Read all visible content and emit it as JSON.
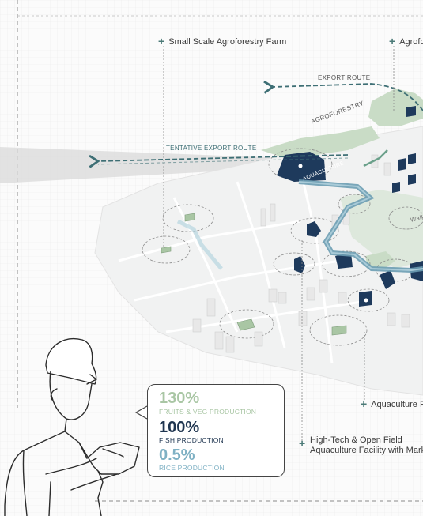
{
  "callouts": {
    "farm_small": "Small Scale Agroforestry Farm",
    "farm_right": "Agrofo",
    "aquaculture_right": "Aquaculture F",
    "hightech_line1": "High-Tech & Open Field",
    "hightech_line2": "Aquaculture Facility with Mark"
  },
  "routes": {
    "export": "EXPORT ROUTE",
    "tentative": "TENTATIVE EXPORT ROUTE",
    "agroforestry": "AGROFORESTRY",
    "aquaculture": "AQUACULTURE",
    "walk": "Walk"
  },
  "stats": [
    {
      "value": "130%",
      "label": "FRUITS & VEG PRODUCTION",
      "color": "#a9c6a4"
    },
    {
      "value": "100%",
      "label": "FISH PRODUCTION",
      "color": "#1f3550"
    },
    {
      "value": "0.5%",
      "label": "RICE PRODUCTION",
      "color": "#7fb1c4"
    }
  ],
  "colors": {
    "navy": "#1e3a5c",
    "green": "#a9c6a4",
    "teal_route": "#5f93a8",
    "export_route": "#3e6f75"
  }
}
